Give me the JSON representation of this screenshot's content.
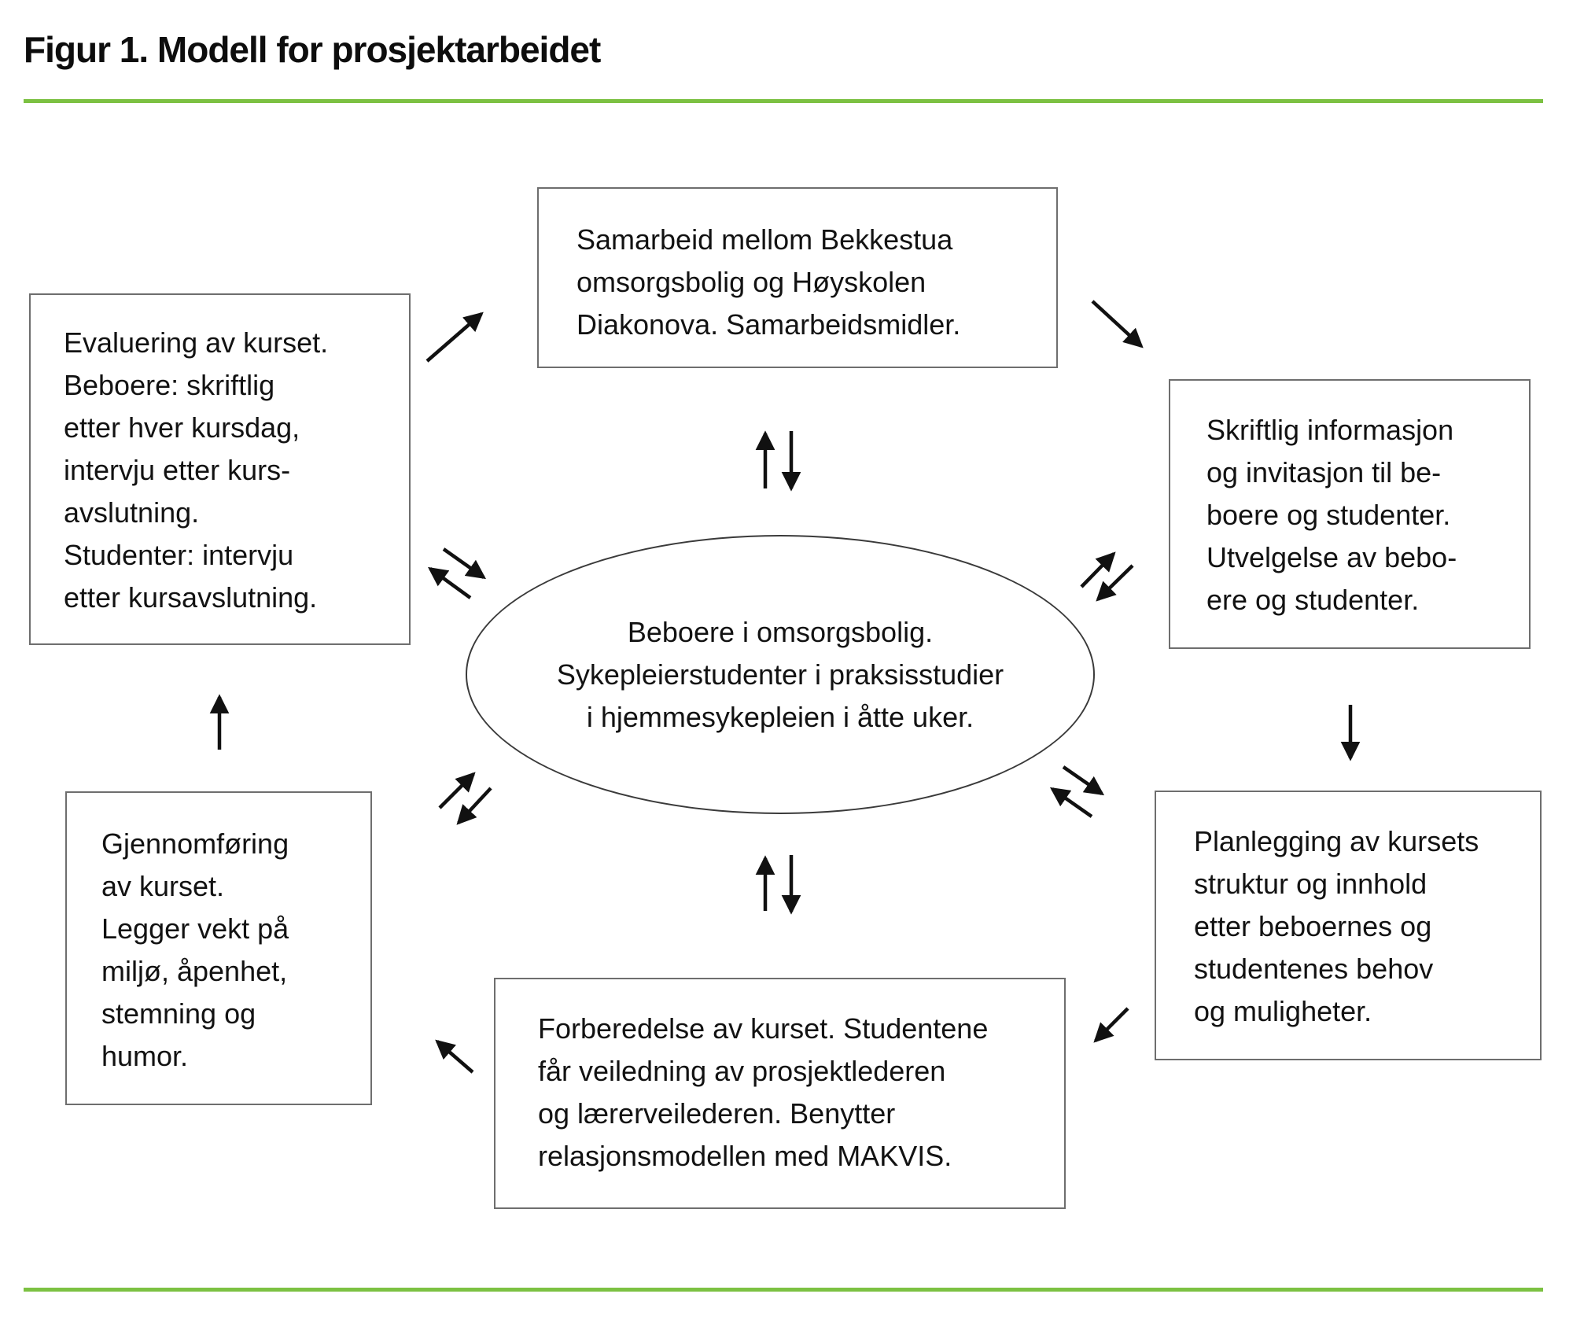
{
  "figure": {
    "title": "Figur 1. Modell for prosjektarbeidet",
    "divider_color": "#7cc142",
    "text_color": "#121212",
    "box_border_color": "#6e6e6e",
    "nodes": {
      "beboere": {
        "text": "Beboere i omsorgsbolig.\nSykepleierstudenter i praksisstudier\ni hjemmesykepleien i åtte uker."
      },
      "samarbeid": {
        "text": "Samarbeid mellom Bekkestua\nomsorgsbolig og Høyskolen\nDiakonova. Samarbeidsmidler."
      },
      "evaluering": {
        "text": "Evaluering av kurset.\nBeboere: skriftlig\netter hver kursdag,\nintervju etter kurs-\navslutning.\nStudenter: intervju\netter kursavslutning."
      },
      "informasjon": {
        "text": "Skriftlig informasjon\nog invitasjon til be-\nboere og studenter.\nUtvelgelse av bebo-\nere og studenter."
      },
      "gjennomforing": {
        "text": "Gjennomføring\nav kurset.\nLegger vekt på\nmiljø, åpenhet,\nstemning og\nhumor."
      },
      "forberedelse": {
        "text": "Forberedelse av kurset. Studentene\nfår veiledning av prosjektlederen\nog lærerveilederen. Benytter\nrelasjonsmodellen med MAKVIS."
      },
      "planlegging": {
        "text": "Planlegging av kursets\nstruktur og innhold\netter beboernes og\nstudentenes behov\nog muligheter."
      }
    }
  }
}
